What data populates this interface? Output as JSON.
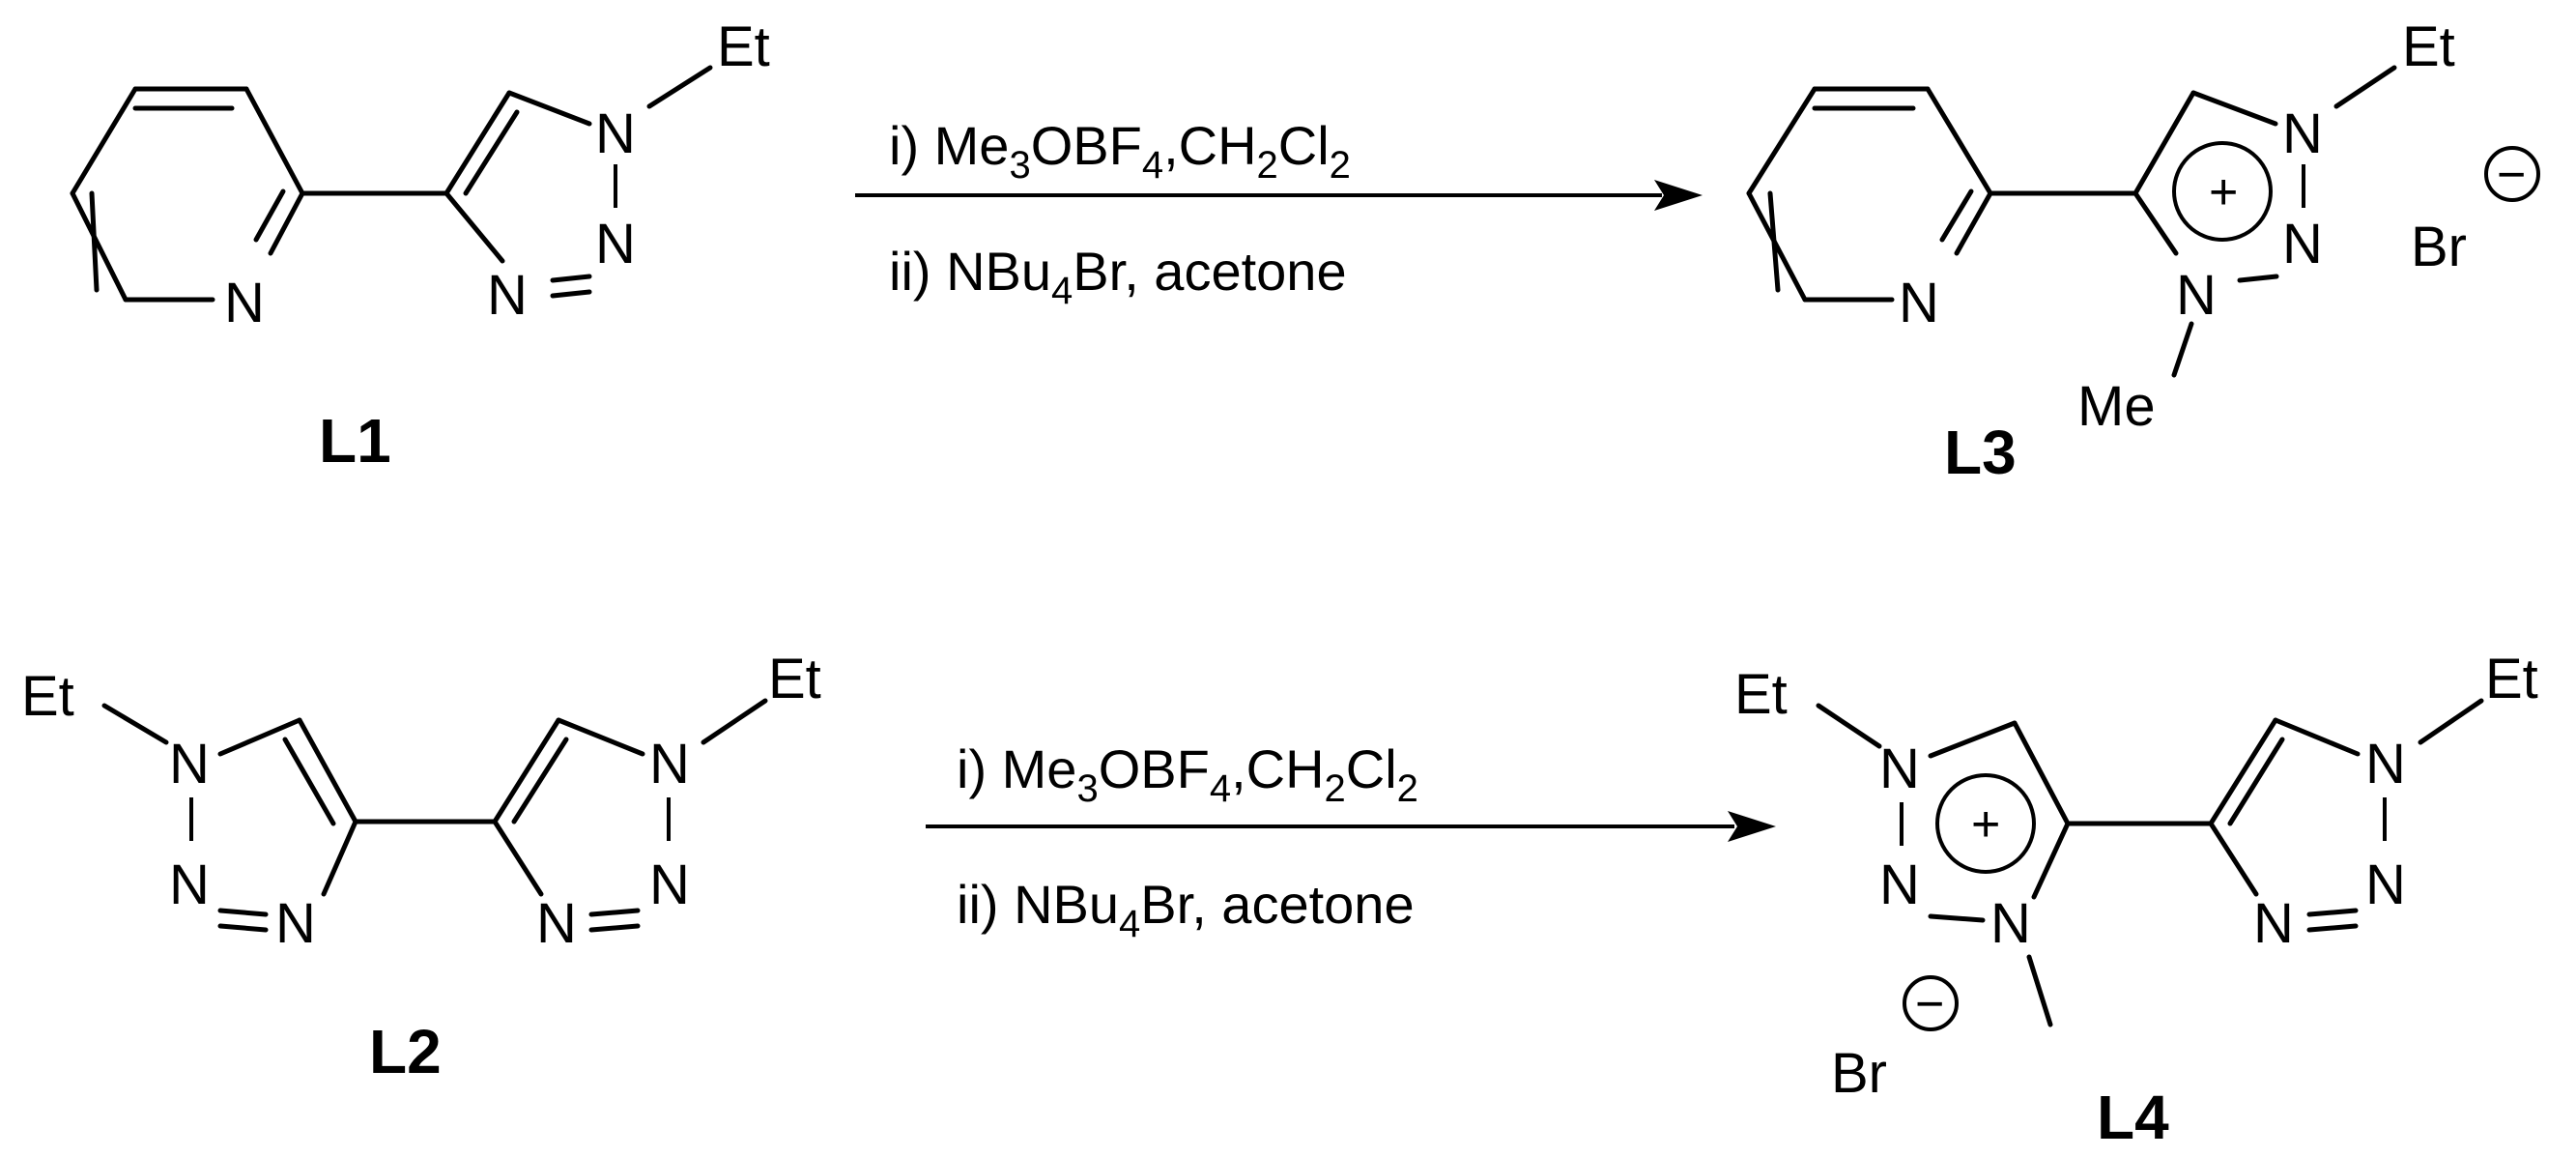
{
  "scheme": {
    "reactions": [
      {
        "reactant": {
          "label": "L1",
          "atoms": {
            "n_pyridine": "N",
            "n1": "N",
            "n2": "N",
            "n3": "N",
            "et": "Et"
          }
        },
        "conditions": {
          "step1": {
            "prefix": "i) Me",
            "s1": "3",
            "mid1": "OBF",
            "s2": "4",
            "mid2": ",CH",
            "s3": "2",
            "mid3": "Cl",
            "s4": "2"
          },
          "step2": {
            "prefix": "ii) NBu",
            "s1": "4",
            "rest": "Br, acetone"
          }
        },
        "product": {
          "label": "L3",
          "atoms": {
            "n_pyridine": "N",
            "n1": "N",
            "n2": "N",
            "n3": "N",
            "et": "Et",
            "me": "Me"
          },
          "ring_charge": "+",
          "counterion": "Br",
          "counterion_charge": "−"
        }
      },
      {
        "reactant": {
          "label": "L2",
          "atoms": {
            "et_left": "Et",
            "et_right": "Et",
            "n": "N"
          }
        },
        "conditions": {
          "step1": {
            "prefix": "i) Me",
            "s1": "3",
            "mid1": "OBF",
            "s2": "4",
            "mid2": ",CH",
            "s3": "2",
            "mid3": "Cl",
            "s4": "2"
          },
          "step2": {
            "prefix": "ii) NBu",
            "s1": "4",
            "rest": "Br, acetone"
          }
        },
        "product": {
          "label": "L4",
          "atoms": {
            "et_left": "Et",
            "et_right": "Et",
            "n": "N"
          },
          "ring_charge": "+",
          "counterion": "Br",
          "counterion_charge": "−"
        }
      }
    ]
  }
}
